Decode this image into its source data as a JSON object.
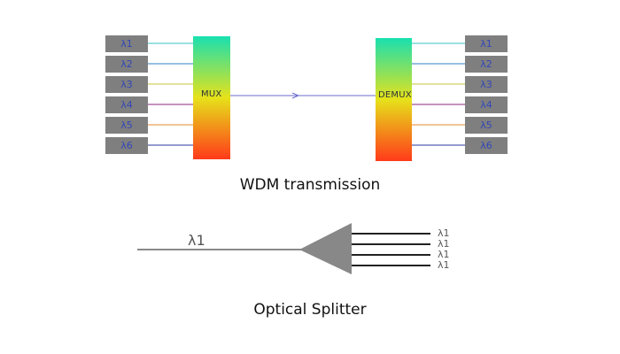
{
  "wdm": {
    "mux_label": "MUX",
    "demux_label": "DEMUX",
    "caption": "WDM transmission",
    "channels": [
      {
        "label": "λ1",
        "color": "#35c3c7"
      },
      {
        "label": "λ2",
        "color": "#2f7fc8"
      },
      {
        "label": "λ3",
        "color": "#c9c23a"
      },
      {
        "label": "λ4",
        "color": "#8a2a7c"
      },
      {
        "label": "λ5",
        "color": "#e58a2a"
      },
      {
        "label": "λ6",
        "color": "#2c3aa0"
      }
    ],
    "mux_gradient": [
      "#19e0b0",
      "#e6e21a",
      "#ff3a1a"
    ],
    "link_color": "#6b6bd0"
  },
  "splitter": {
    "input_label": "λ1",
    "output_labels": [
      "λ1",
      "λ1",
      "λ1",
      "λ1"
    ],
    "caption": "Optical Splitter",
    "body_color": "#888888"
  }
}
